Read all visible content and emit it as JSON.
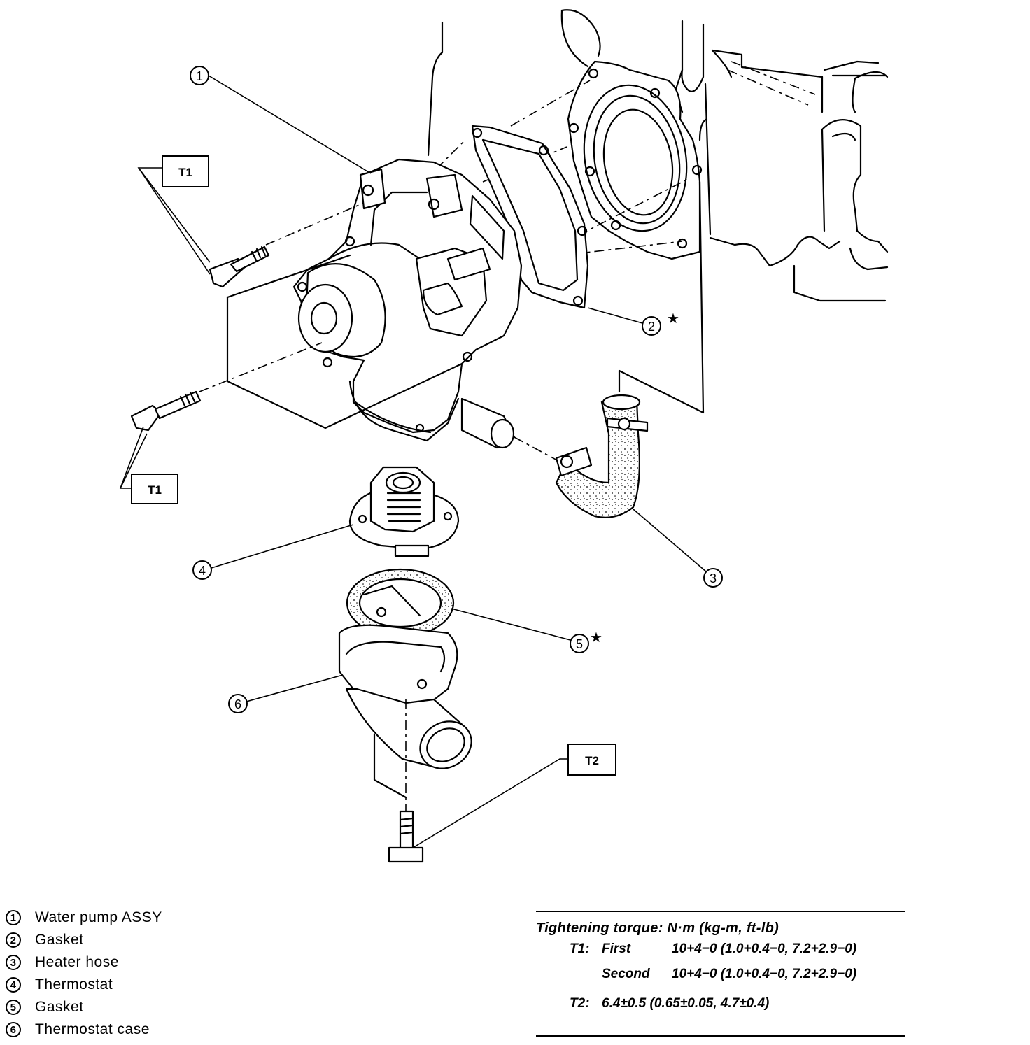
{
  "diagram": {
    "callouts": [
      "1",
      "2",
      "3",
      "4",
      "5",
      "6"
    ],
    "torque_tags": {
      "t1": "T1",
      "t2": "T2"
    },
    "star": "★"
  },
  "legend": {
    "items": [
      {
        "num": "1",
        "label": "Water pump ASSY"
      },
      {
        "num": "2",
        "label": "Gasket"
      },
      {
        "num": "3",
        "label": "Heater hose"
      },
      {
        "num": "4",
        "label": "Thermostat"
      },
      {
        "num": "5",
        "label": "Gasket"
      },
      {
        "num": "6",
        "label": "Thermostat case"
      }
    ]
  },
  "torque": {
    "heading": "Tightening torque: N·m (kg-m, ft-lb)",
    "t1_key": "T1:",
    "t1_first_label": "First",
    "t1_first_value": "10+4−0 (1.0+0.4−0, 7.2+2.9−0)",
    "t1_second_label": "Second",
    "t1_second_value": "10+4−0 (1.0+0.4−0, 7.2+2.9−0)",
    "t2_key": "T2:",
    "t2_value": "6.4±0.5 (0.65±0.05, 4.7±0.4)"
  }
}
